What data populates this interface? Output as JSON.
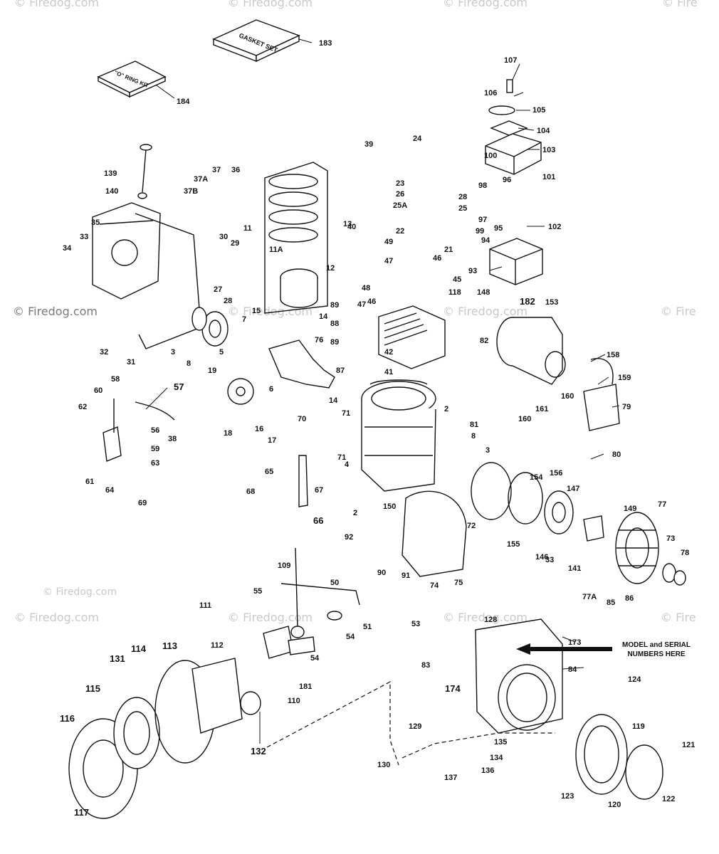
{
  "watermark": {
    "text": "© Firedog.com",
    "short": "© Fire"
  },
  "note": {
    "line1": "MODEL and SERIAL",
    "line2": "NUMBERS HERE"
  },
  "kits": {
    "gasket": "GASKET SET",
    "oring": "\"O\" RING KIT"
  },
  "labels": [
    "183",
    "184",
    "107",
    "106",
    "105",
    "104",
    "103",
    "24",
    "39",
    "100",
    "101",
    "96",
    "98",
    "97",
    "99",
    "95",
    "94",
    "102",
    "139",
    "140",
    "37",
    "36",
    "37A",
    "37B",
    "23",
    "26",
    "25A",
    "28",
    "25",
    "22",
    "21",
    "40",
    "35",
    "33",
    "34",
    "11",
    "13",
    "30",
    "29",
    "11A",
    "12",
    "49",
    "47",
    "46",
    "45",
    "93",
    "48",
    "47",
    "46",
    "118",
    "148",
    "182",
    "153",
    "27",
    "28",
    "32",
    "31",
    "3",
    "8",
    "15",
    "7",
    "14",
    "76",
    "89",
    "88",
    "89",
    "42",
    "41",
    "87",
    "82",
    "158",
    "5",
    "19",
    "6",
    "14",
    "81",
    "159",
    "79",
    "58",
    "60",
    "57",
    "62",
    "56",
    "38",
    "59",
    "63",
    "61",
    "64",
    "69",
    "18",
    "16",
    "17",
    "70",
    "71",
    "2",
    "71",
    "4",
    "8",
    "3",
    "154",
    "156",
    "160",
    "161",
    "160",
    "80",
    "65",
    "66",
    "67",
    "2",
    "68",
    "150",
    "72",
    "147",
    "149",
    "77",
    "155",
    "146",
    "73",
    "78",
    "33",
    "141",
    "92",
    "90",
    "91",
    "74",
    "75",
    "77A",
    "85",
    "86",
    "109",
    "50",
    "55",
    "53",
    "111",
    "51",
    "54",
    "128",
    "173",
    "112",
    "113",
    "114",
    "54",
    "181",
    "131",
    "110",
    "83",
    "84",
    "115",
    "132",
    "174",
    "124",
    "129",
    "135",
    "134",
    "116",
    "130",
    "136",
    "137",
    "119",
    "121",
    "117",
    "123",
    "120",
    "122"
  ]
}
